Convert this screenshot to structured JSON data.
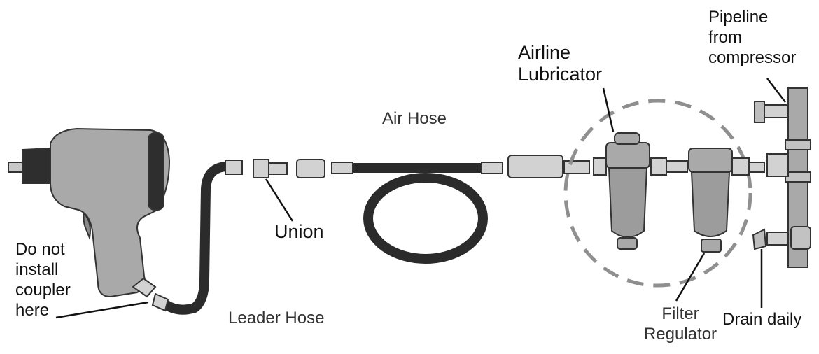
{
  "labels": {
    "pipeline_line1": "Pipeline",
    "pipeline_line2": "from",
    "pipeline_line3": "compressor",
    "airline_lubricator_line1": "Airline",
    "airline_lubricator_line2": "Lubricator",
    "air_hose": "Air Hose",
    "union": "Union",
    "do_not_line1": "Do not",
    "do_not_line2": "install",
    "do_not_line3": "coupler",
    "do_not_line4": "here",
    "leader_hose": "Leader Hose",
    "filter_regulator_line1": "Filter",
    "filter_regulator_line2": "Regulator",
    "drain_daily": "Drain daily"
  },
  "colors": {
    "tool_body": "#a9a9a9",
    "hose": "#2b2b2b",
    "fitting": "#d2d2d2",
    "bowl": "#9c9c9c",
    "outline": "#333333",
    "dashed_circle": "#8f8f8f"
  }
}
